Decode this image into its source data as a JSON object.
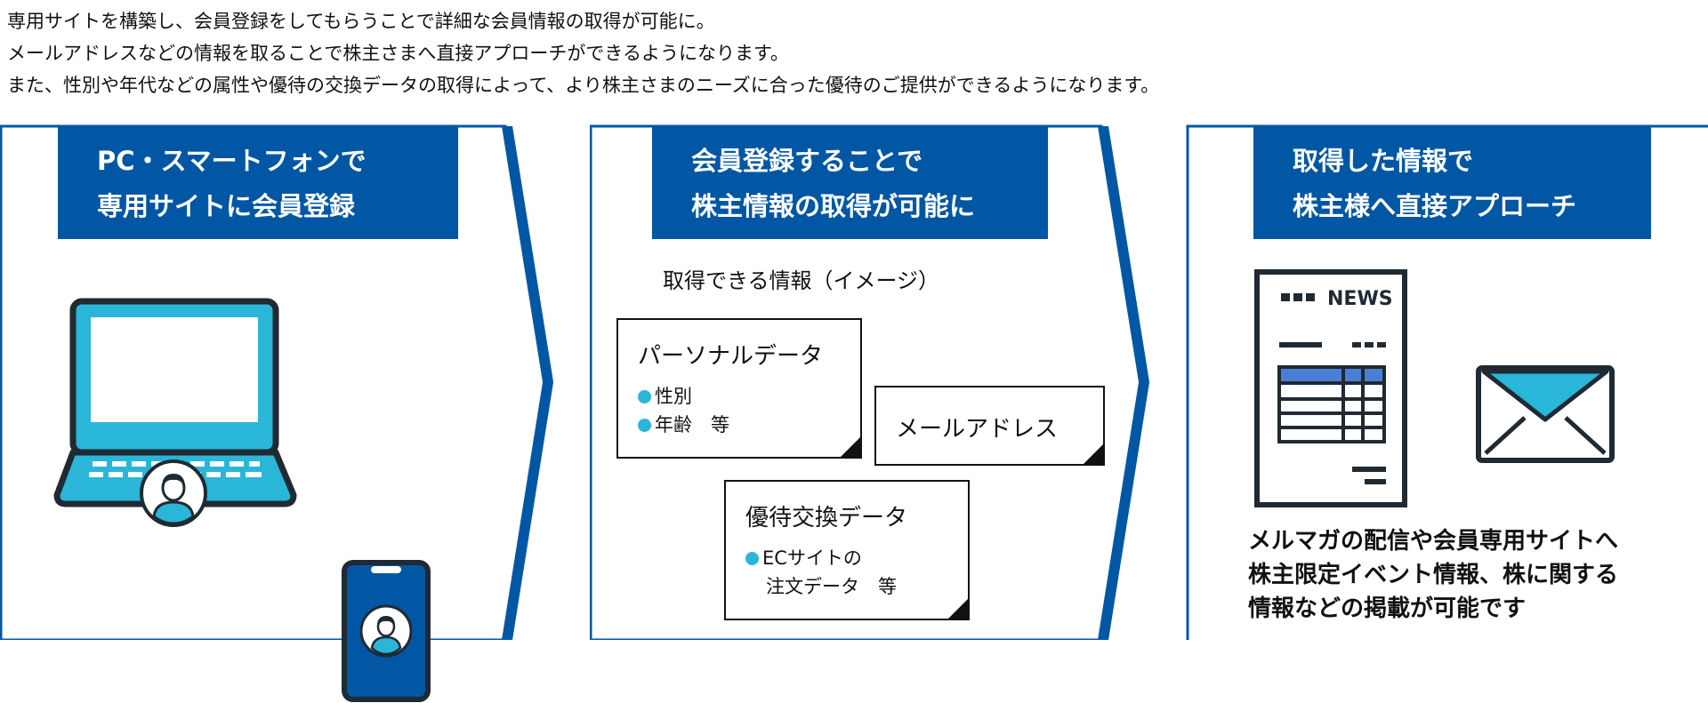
{
  "intro": {
    "line1": "専用サイトを構築し、会員登録をしてもらうことで詳細な会員情報の取得が可能に。",
    "line2": "メールアドレスなどの情報を取ることで株主さまへ直接アプローチができるようになります。",
    "line3": "また、性別や年代などの属性や優待の交換データの取得によって、より株主さまのニーズに合った優待のご提供ができるようになります。"
  },
  "panel1": {
    "title_line1": "PC・スマートフォンで",
    "title_line2": "専用サイトに会員登録"
  },
  "panel2": {
    "title_line1": "会員登録することで",
    "title_line2": "株主情報の取得が可能に",
    "subtitle": "取得できる情報（イメージ）",
    "card_personal": {
      "title": "パーソナルデータ",
      "item1": "性別",
      "item2": "年齢　等"
    },
    "card_email": {
      "title": "メールアドレス"
    },
    "card_exchange": {
      "title": "優待交換データ",
      "item1": "ECサイトの",
      "item2": "注文データ　等"
    }
  },
  "panel3": {
    "title_line1": "取得した情報で",
    "title_line2": "株主様へ直接アプローチ",
    "news_label": "NEWS",
    "desc_line1": "メルマガの配信や会員専用サイトへ",
    "desc_line2": "株主限定イベント情報、株に関する",
    "desc_line3": "情報などの掲載が可能です"
  },
  "colors": {
    "primary_blue": "#0257a5",
    "accent_cyan": "#29b6d9",
    "news_table_blue": "#4a7fd6",
    "dark": "#1f2a33"
  },
  "icons": [
    "laptop-icon",
    "smartphone-icon",
    "user-avatar-icon",
    "newsletter-icon",
    "envelope-icon"
  ]
}
